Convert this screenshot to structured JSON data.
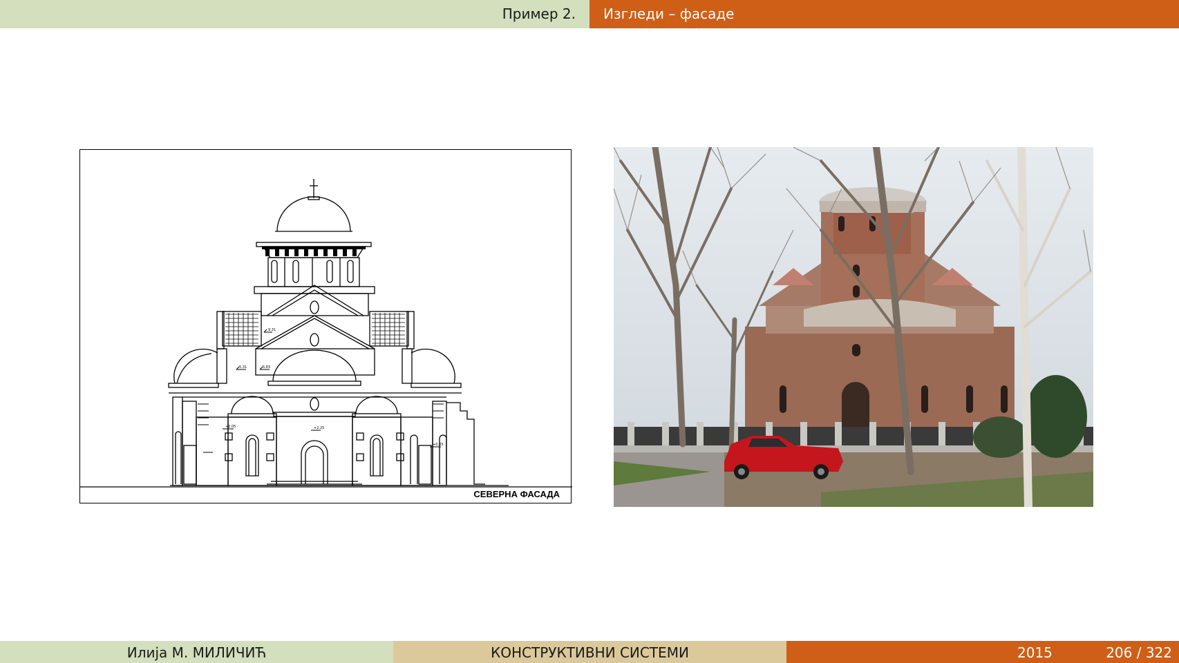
{
  "header": {
    "section": "Пример 2.",
    "subsection": "Изгледи – фасаде"
  },
  "drawing": {
    "caption": "СЕВЕРНА ФАСАДА"
  },
  "footer": {
    "author": "Илија М. МИЛИЧИЋ",
    "title": "КОНСТРУКТИВНИ СИСТЕМИ",
    "year": "2015",
    "page": "206 / 322"
  },
  "colors": {
    "accent": "#cf5e17",
    "green": "#d3dfbd",
    "tan": "#dcc99b"
  }
}
